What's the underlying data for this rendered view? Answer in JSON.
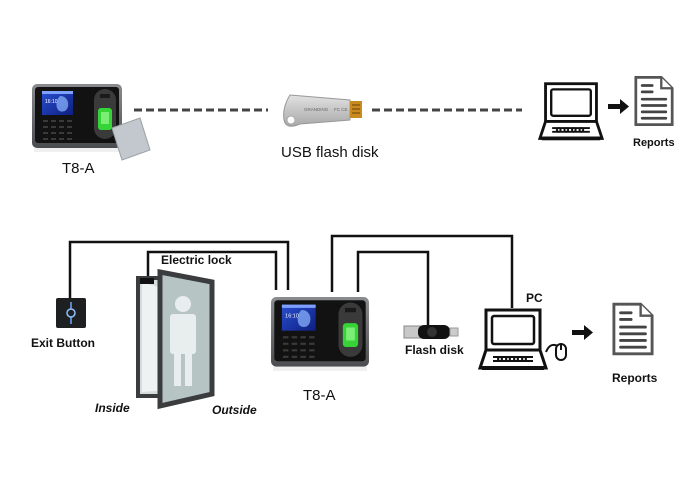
{
  "title": "T8-A fingerprint time attendance & access control connection diagram",
  "top_section": {
    "device_label": "T8-A",
    "usb_label": "USB flash disk",
    "usb_brand_text": "GRANDING",
    "usb_cert_text": "FC CE",
    "reports_label": "Reports"
  },
  "bottom_section": {
    "electric_lock_label": "Electric lock",
    "exit_button_label": "Exit Button",
    "inside_label": "Inside",
    "outside_label": "Outside",
    "device_label": "T8-A",
    "flash_disk_label": "Flash disk",
    "pc_label": "PC",
    "reports_label": "Reports"
  },
  "device_screen": {
    "time_text": "16 : 10"
  },
  "colors": {
    "wire": "#111111",
    "device_body": "#6e7073",
    "device_face": "#141414",
    "screen": "#1e3fb0",
    "sensor_green": "#3ddc3a",
    "exit_button_glow": "#6fa8ff",
    "door_frame": "#3a3c3e",
    "door_glass": "#c9d3d3",
    "person": "#e8eded"
  }
}
